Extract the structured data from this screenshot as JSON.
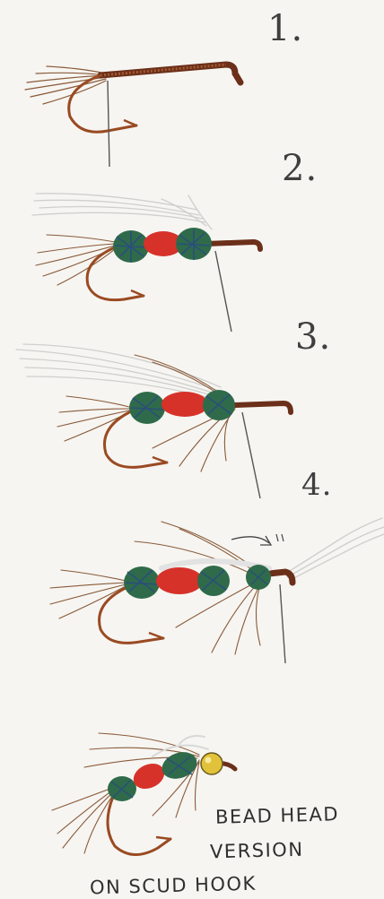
{
  "steps": [
    {
      "label": "1."
    },
    {
      "label": "2."
    },
    {
      "label": "3."
    },
    {
      "label": "4."
    }
  ],
  "caption": {
    "line1": "BEAD HEAD",
    "line2": "VERSION",
    "line3": "ON SCUD HOOK"
  },
  "colors": {
    "paper": "#f6f5f1",
    "hook": "#9a4a22",
    "thread": "#6b2f1a",
    "body_red": "#d6322a",
    "peacock_green": "#2f6b4a",
    "peacock_blue": "#2a4f7a",
    "hackle_brown": "#8a5a3a",
    "wing_white": "#eeeeee",
    "bead_gold": "#e2c23a",
    "ink": "#3f3f3f"
  }
}
